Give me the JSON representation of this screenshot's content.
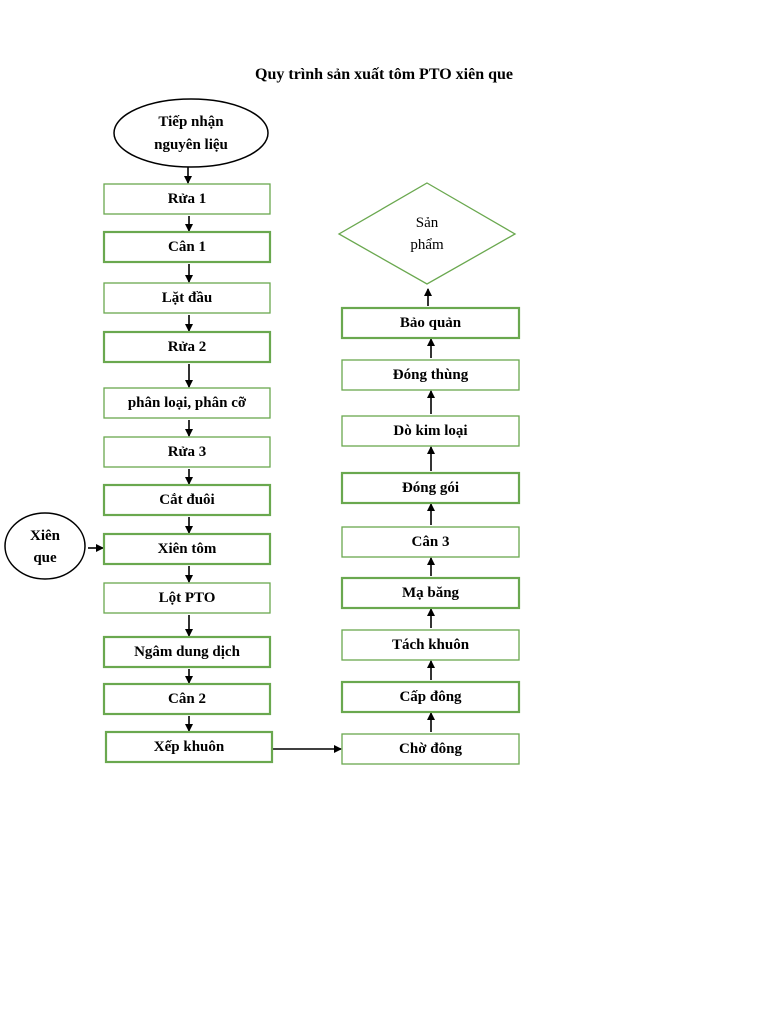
{
  "title": "Quy trình sản xuất tôm PTO xiên que",
  "start": [
    "Tiếp nhận",
    "nguyên liệu"
  ],
  "side_input": [
    "Xiên",
    "que"
  ],
  "left_steps": [
    "Rửa 1",
    "Cân 1",
    "Lặt đầu",
    "Rửa 2",
    "phân loại, phân cỡ",
    "Rửa 3",
    "Cắt đuôi",
    "Xiên tôm",
    "Lột PTO",
    "Ngâm dung dịch",
    "Cân 2",
    "Xếp khuôn"
  ],
  "right_steps": [
    "Chờ đông",
    "Cấp đông",
    "Tách khuôn",
    "Mạ băng",
    "Cân 3",
    "Đóng gói",
    "Dò kim loại",
    "Đóng thùng",
    "Bảo quản"
  ],
  "end": [
    "Sản",
    "phẩm"
  ],
  "colors": {
    "box_border": "#6aa84f",
    "arrow": "#000000"
  }
}
